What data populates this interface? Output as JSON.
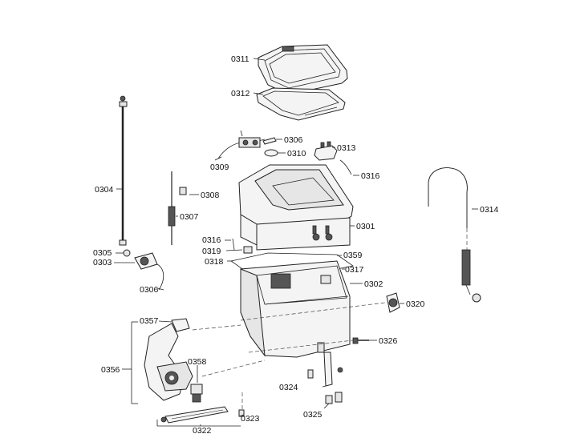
{
  "parts": {
    "p0311": "0311",
    "p0312": "0312",
    "p0306a": "0306",
    "p0310": "0310",
    "p0313": "0313",
    "p0309": "0309",
    "p0316a": "0316",
    "p0304": "0304",
    "p0308": "0308",
    "p0314": "0314",
    "p0307": "0307",
    "p0301": "0301",
    "p0316b": "0316",
    "p0319": "0319",
    "p0305": "0305",
    "p0359": "0359",
    "p0318": "0318",
    "p0303": "0303",
    "p0317": "0317",
    "p0302": "0302",
    "p0306b": "0306",
    "p0320": "0320",
    "p0357": "0357",
    "p0326": "0326",
    "p0358": "0358",
    "p0356": "0356",
    "p0324": "0324",
    "p0325": "0325",
    "p0323": "0323",
    "p0322": "0322"
  }
}
